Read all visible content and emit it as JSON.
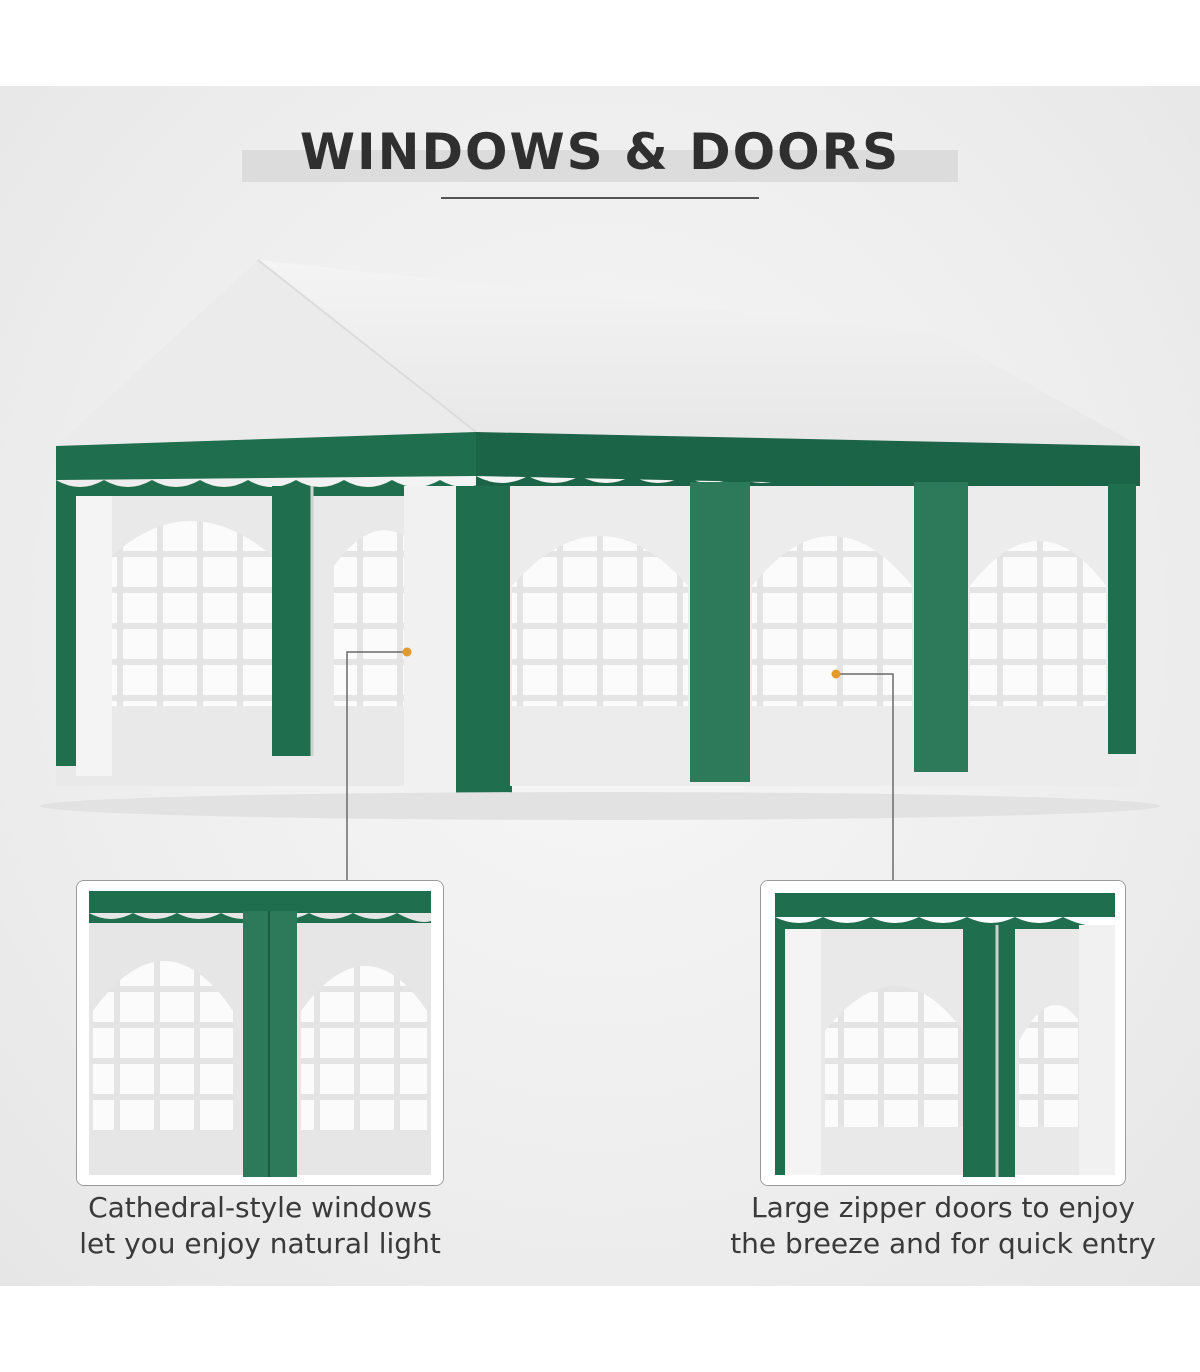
{
  "title": "WINDOWS & DOORS",
  "colors": {
    "canopy_green": "#1f6e4e",
    "canopy_white": "#f2f2f2",
    "accent_dot": "#e39a2b",
    "title_band": "#dcdcdc"
  },
  "callouts": [
    {
      "line1": "Cathedral-style windows",
      "line2": "let you enjoy natural light"
    },
    {
      "line1": "Large zipper doors to enjoy",
      "line2": "the breeze and for quick entry"
    }
  ]
}
